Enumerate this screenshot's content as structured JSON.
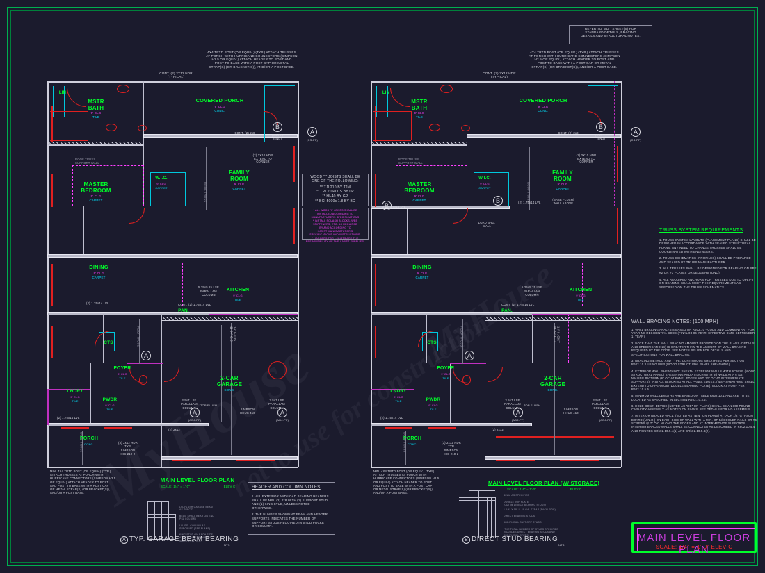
{
  "sheet": {
    "background_color": "#1b1b2d",
    "border_color": "#00b050"
  },
  "general_notes": {
    "sd_reference": "REFER TO \"SD\"  SHEET(S) FOR\nSTANDARD DETAILS, BRACING\nDETAILS AND STRUCTURAL NOTES.",
    "porch_post_note": "4X4 TRTD POST (OR EQUIV.) (TYP.) ATTACH TRUSSES\nAT PORCH WITH HURRICANE CONNECTORS (SIMPSON\nH2.5 OR EQUIV.) ATTACH HEADER TO POST AND\nPOST TO BASE WITH A POST CAP OR METAL\nSTRAP(S) (OR BRACKET(S)), AND/OR A POST BASE.",
    "porch_post_note_bottom": "MIN. 4X4 TRTD POST (OR EQUIV.) (TYP.)\nATTACH TRUSSES AT PORCH WITH\nHURRICANE CONNECTORS (SIMPSON H2.5\nOR EQUIV.) ATTACH HEADER TO POST\nAND POST TO BASE WITH A POST CAP\nOR METAL STRAP(S) (OR BRACKET(S)),\nAND/OR A POST BASE.",
    "cont_2x12_hdr": "CONT. (2) 2X12 HDR\n(TYPICAL)",
    "i_joist_title": "WOOD \"I\" JOISTS SHALL BE",
    "i_joist_subtitle": "ONE OF THE FOLLOWING:",
    "i_joist_options": [
      "** TJI 210 BY TJM",
      "** LPI 20 PLUS BY LP",
      "** HI-40 BY GP",
      "** BCI 5000s 1.8 BY BC"
    ],
    "i_joist_fineprint": "* ALL WOOD \"I\" JOISTS SHALL BE\nINSTALLED ACCORDING TO\nMANUFACTURERS SPECIFICATIONS\n* INSTALL SQUASH BLOCKS, WEB\nSTIFFENERS, ETC. AS REQUIRED\nBY AND ACCORDING TO\nI-JOIST MANUFACTURER'S\nSPECIFICATIONS AND INSTRUCTIONS.\n* HANGERS FOR I-JOISTS ARE THE\nRESPONSIBILITY OF THE I-JOIST SUPPLIER."
  },
  "truss_notes": {
    "title": "TRUSS SYSTEM REQUIREMENTS",
    "items": [
      "1. TRUSS SYSTEM LAYOUTS (PLACEMENT PLANS) SHALL BE DESIGNED IN ACCORDANCE WITH SEALED STRUCTURAL PLANS. ANY NEED TO CHANGE TRUSSES SHALL BE COORDINATED WITH  ENGINEERS.",
      "2. TRUSS SCHEMATICS (PROFILES) SHALL BE PREPARED AND SEALED BY TRUSS MANUFACTURER.",
      "3. ALL TRUSSES SHALL BE DESIGNED FOR BEARING ON SPF #2 OR #3 PLATES OR LEDGERS (UNO).",
      "4. ALL REQUIRED ANCHORS FOR TRUSSES DUE TO UPLIFT OR BEARING SHALL MEET THE REQUIREMENTS AS SPECIFIED ON THE TRUSS SCHEMATICS."
    ]
  },
  "bracing_notes": {
    "title": "WALL BRACING NOTES: (100 MPH)",
    "items": [
      "1. WALL BRACING ANALYSIS BASED ON R602.10 - CODE AND COMMENTARY FOR YEAR NC RESIDENTIAL CODE (FINAL 03-06-YEAR; EFFECTIVE DATE SEPTEMBER 1, YEAR).",
      "2. NOTE THAT THE WALL BRACING AMOUNT PROVIDED ON THE PLANS (DETAILS AND SPECIFICATIONS) IS GREATER THAN THE AMOUNT OF WALL BRACING REQUIRED BY THE CODE. SEE NOTES BELOW FOR DETAILS AND SPECIFICATIONS FOR WALL BRACING.",
      "3. BRACING METHOD AND TYPE: CONTINUOUS SHEATHING PER SECTION R602.10.3 USING WSP (WOOD STRUCTURAL PANEL SHEATHING).",
      "4. EXTERIOR WALL SHEATHING: SHEATH EXTERIOR WALLS WITH ⅜\" WSP (WOOD STRUCTURAL PANEL) SHEATHING AND ATTACH WITH 8d NAILS AT A 6\"/12\" NAILING PATTERN (6\" OC AT PANEL EDGES AND 12\" OC AT INTERMEDIATE SUPPORTS). INSTALL BLOCKING AT ALL PANEL EDGES. (WSP SHEATHING SHALL EXTEND TO UPPERMOST DOUBLE BEARING PLATE). BLOCK AT ROOF PER R602.10.5.5.",
      "5. MINIMUM WALL LENGTHS ARE BASED ON TABLE R602.10.1 AND ARE TO BE LOCATED AS SPECIFIED IN SECTION R602.10.3.2.",
      "6. HOLD-DOWN DEVICE (NOTED AS \"HD\" ON PLANS) SHALL BE AN 800 POUND CAPACITY ASSEMBLY AS NOTED ON PLANS. SEE DETAILS FOR HD ASSEMBLY.",
      "7. INTERIOR BRACED WALL: (NOTED AS \"IBW\" ON PLANS) ATTACH 1/2\" GYPSUM BOARD (U.N.O.) ON EACH SIDE OF WALL WITH A MIN. OF 5d COOLER NAILS OR #6 SCREWS @ 7\" O.C. ALONG THE EDGES AND AT INTERMEDIATE SUPPORTS.  INTERIOR BRACED WALLS SHALL BE CONNECTED AS DESCRIBED IN R602.10.5.4 AND FIGURES CRb02.10.5.4(1) AND CRb02.10.5.4(2)."
    ]
  },
  "header_column_notes": {
    "title": "HEADER  AND  COLUMN  NOTES",
    "items": [
      "1. ALL EXTERIOR AND LOAD BEARING HEADERS SHALL BE MIN. (2) 2x8 WITH (1) SUPPORT STUD AND (1) KING STUD, UNLESS NOTED OTHERWISE.",
      "2. THE NUMBER SHOWN AT BEAM AND HEADER SUPPORTS INDICATES THE NUMBER OF SUPPORT STUDS REQUIRED IN STUD POCKET OR COLUMN."
    ]
  },
  "detail_a": {
    "bubble": "A",
    "title": "TYP. GARAGE BEAM BEARING",
    "scale": "NTS",
    "callouts": [
      "LVL FLUSH GARAGE BEAM\nAS SPEC'D",
      "BEAM SHALL BEAR ON END\nPSL COLUMN",
      "LVL PSL COLUMN AS\nSPECIFIED (SEE PLANS)",
      "KING STUD ON EACH SIDE,\nATTACH W/ (2) ROWS 16D\nNAILS AT 16\" O.C."
    ]
  },
  "detail_b": {
    "bubble": "B",
    "title": "DIRECT STUD BEARING",
    "scale": "NTS",
    "callouts": [
      "BEAM AS SPECIFIED",
      "DOUBLE TOP PLATE\n(CUT @ DIRECT BEARING STUDS)",
      "1-1/4\" X 18\" L. 18 GA. STRAP (EACH SIDE)",
      "DIRECT BEARING STUDS",
      "ADDITIONAL SUPPORT STUDS",
      "(THE TOTAL NUMBER OF STUDS SPECIFIED\nINCLUDES DIRECT BEARING STUDS AND\nADDITIONAL STUDS)"
    ]
  },
  "plan_left": {
    "title": "MAIN LEVEL FLOOR PLAN",
    "scale": "SCALE: 1/4\" = 1'-0\"",
    "elevation": "ELEV C",
    "rooms": [
      {
        "name": "MSTR\nBATH",
        "ceiling": "9' CLG",
        "finish": "TILE"
      },
      {
        "name": "MASTER\nBEDROOM",
        "ceiling": "9' CLG",
        "finish": "CARPET"
      },
      {
        "name": "W.I.C.",
        "ceiling": "9' CLG",
        "finish": "CARPET"
      },
      {
        "name": "COVERED PORCH",
        "ceiling": "9' CLG",
        "finish": "CONC."
      },
      {
        "name": "FAMILY\nROOM",
        "ceiling": "9' CLG",
        "finish": "CARPET"
      },
      {
        "name": "DINING",
        "ceiling": "9' CLG",
        "finish": "CARPET"
      },
      {
        "name": "KITCHEN",
        "ceiling": "9' CLG",
        "finish": "TILE"
      },
      {
        "name": "PAN.",
        "ceiling": "",
        "finish": ""
      },
      {
        "name": "CTS",
        "ceiling": "",
        "finish": ""
      },
      {
        "name": "FOYER",
        "ceiling": "9' CLG",
        "finish": "TILE"
      },
      {
        "name": "LNDRY",
        "ceiling": "9' CLG",
        "finish": "TILE"
      },
      {
        "name": "PWDR",
        "ceiling": "9' CLG",
        "finish": "TILE"
      },
      {
        "name": "2-CAR\nGARAGE",
        "ceiling": "",
        "finish": "CONC."
      },
      {
        "name": "PORCH",
        "ceiling": "",
        "finish": "CONC."
      },
      {
        "name": "LIN",
        "ceiling": "",
        "finish": ""
      }
    ],
    "annotations": [
      "ROOF TRUSS\nSUPPORT WALL",
      "ROOF TRUSS",
      "(2) 2X10 HDR\nEXTEND TO\nCORNER",
      "CONT. (2) 2x8",
      "(2) 1.75x14 LVL",
      "5.25x5.25 LSE\nPARALLAM\nCOLUMN",
      "CONT. (2) 1.75x14 LVL",
      "3.5x7 LSE\nPARALLAM\nCOLUMN",
      "(2) 1.75x14 LVL",
      "(2) 2x12",
      "14\" I-JOIST\n@ 24\" O.C.",
      "SIMPSON\nHHUS 410",
      "(3) 2x12 HDR\nTYP.\nSIMPSON\nHIC 210-2",
      "TOP FLUSH"
    ],
    "detail_bubbles": [
      "A",
      "B"
    ]
  },
  "plan_right": {
    "title": "MAIN LEVEL FLOOR PLAN (W/ STORAGE)",
    "scale": "SCALE: 1/4\" = 1'-0\"",
    "elevation": "ELEV C",
    "rooms": [
      {
        "name": "MSTR\nBATH",
        "ceiling": "9' CLG",
        "finish": "TILE"
      },
      {
        "name": "MASTER\nBEDROOM",
        "ceiling": "9' CLG",
        "finish": "CARPET"
      },
      {
        "name": "W.I.C.",
        "ceiling": "9' CLG",
        "finish": "CARPET"
      },
      {
        "name": "COVERED PORCH",
        "ceiling": "9' CLG",
        "finish": "CONC."
      },
      {
        "name": "FAMILY\nROOM",
        "ceiling": "9' CLG",
        "finish": "CARPET"
      },
      {
        "name": "DINING",
        "ceiling": "9' CLG",
        "finish": "CARPET"
      },
      {
        "name": "KITCHEN",
        "ceiling": "9' CLG",
        "finish": "TILE"
      },
      {
        "name": "PAN.",
        "ceiling": "",
        "finish": ""
      },
      {
        "name": "CTS",
        "ceiling": "",
        "finish": ""
      },
      {
        "name": "FOYER",
        "ceiling": "9' CLG",
        "finish": "TILE"
      },
      {
        "name": "LNDRY",
        "ceiling": "9' CLG",
        "finish": "TILE"
      },
      {
        "name": "PWDR",
        "ceiling": "9' CLG",
        "finish": "TILE"
      },
      {
        "name": "2-CAR\nGARAGE",
        "ceiling": "",
        "finish": "CONC."
      },
      {
        "name": "PORCH",
        "ceiling": "",
        "finish": "CONC."
      },
      {
        "name": "LIN",
        "ceiling": "",
        "finish": ""
      }
    ],
    "annotations": [
      "ROOF TRUSS\nSUPPORT WALL",
      "ROOF TRUSS",
      "(2) 2X10 HDR\nEXTEND TO\nCORNER",
      "CONT. (2) 2x8",
      "(2) 1.75x14 LVL",
      "(BASE FLUSH)\nWALL ABOVE",
      "LOAD BRG.\nWALL",
      "5.25x5.25 LSE\nPARALLAM\nCOLUMN",
      "CONT. (2) 1.75x14 LVL",
      "3.5x7 LSE\nPARALLAM\nCOLUMN",
      "(2) 1.75x14 LVL",
      "(2) 2x12",
      "14\" I-JOIST\n@ 24\" O.C.",
      "SIMPSON\nHHUS 410",
      "(3) 2x12 HDR\nTYP.\nSIMPSON\nHIC 210-2",
      "TOP FLUSH"
    ],
    "detail_bubbles": [
      "A",
      "B"
    ]
  },
  "title_block": {
    "title": "MAIN LEVEL FLOOR PLAN",
    "scale": "SCALE: 1/4\" = 1'-0\"    ELEV C"
  },
  "watermark": {
    "line1": "MyHouse",
    "line2": "Plans",
    "line3": "not to use for construction"
  }
}
